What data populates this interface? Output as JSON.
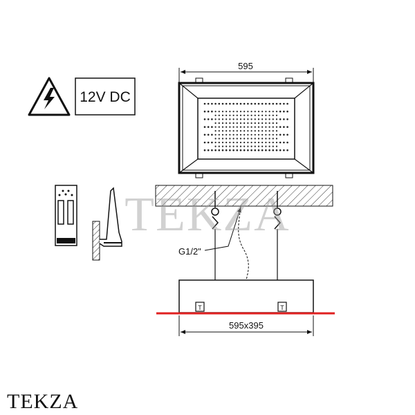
{
  "brand": {
    "footer_label": "TEKZA",
    "watermark": "TEKZA"
  },
  "labels": {
    "voltage": "12V DC",
    "top_width": "595",
    "bottom_size": "595x395",
    "connection": "G1/2\"",
    "terminal_left": "T",
    "terminal_right": "T"
  },
  "icons": {
    "warning": "high-voltage-warning-icon",
    "control": "control-unit-icon",
    "wall_mount": "wall-mounted-panel-icon"
  },
  "colors": {
    "line": "#111111",
    "accent": "#e02020",
    "watermark": "#9a9a9a"
  }
}
